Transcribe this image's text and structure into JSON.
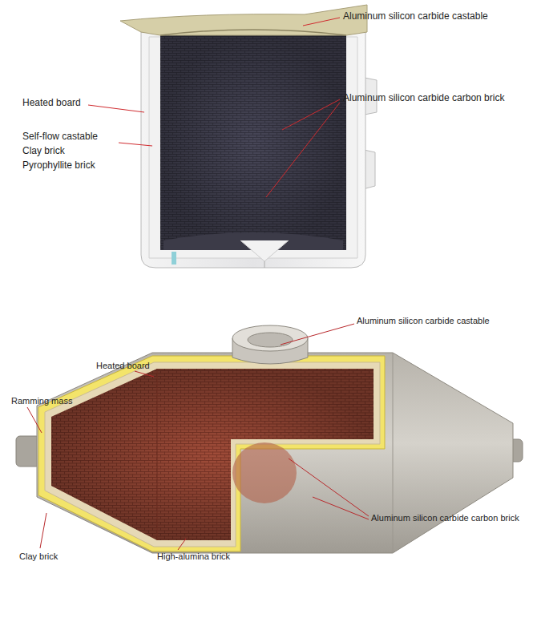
{
  "diagram": {
    "labels": [
      "Aluminum silicon carbide castable",
      "Heated board",
      "Aluminum silicon carbide carbon brick",
      "Self-flow castable",
      "Clay brick",
      "Pyrophyllite brick",
      "Aluminum silicon carbide castable",
      "Heated board",
      "Ramming mass",
      "Aluminum silicon carbide carbon brick",
      "Clay brick",
      "High-alumina brick"
    ]
  }
}
